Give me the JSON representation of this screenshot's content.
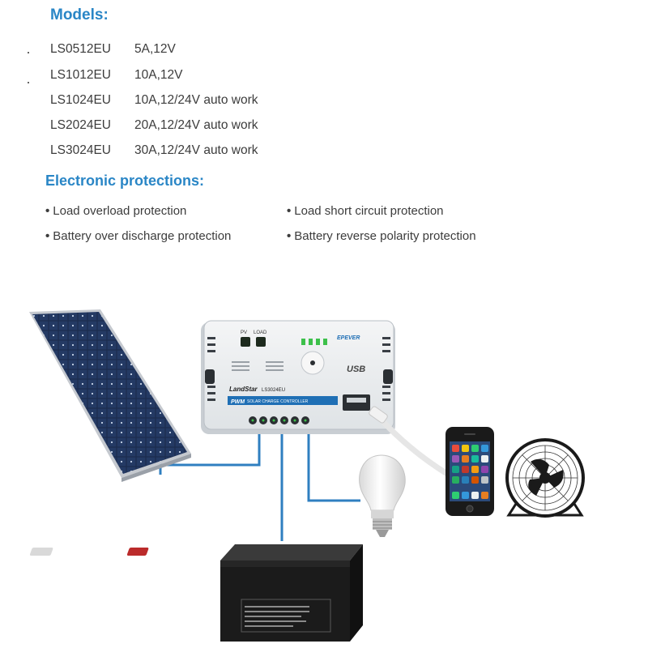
{
  "models": {
    "heading": "Models:",
    "items": [
      {
        "code": "LS0512EU",
        "spec": "5A,12V"
      },
      {
        "code": "LS1012EU",
        "spec": "10A,12V"
      },
      {
        "code": "LS1024EU",
        "spec": "10A,12/24V auto work"
      },
      {
        "code": "LS2024EU",
        "spec": "20A,12/24V auto work"
      },
      {
        "code": "LS3024EU",
        "spec": "30A,12/24V auto work"
      }
    ]
  },
  "protections": {
    "heading": "Electronic protections:",
    "items": [
      "Load overload protection",
      "Load short circuit protection",
      "Battery over discharge protection",
      "Battery reverse polarity protection"
    ]
  },
  "controller": {
    "brand": "LandStar",
    "model": "LS3024EU",
    "type_badge": "PWM",
    "type_label": "SOLAR CHARGE CONTROLLER",
    "indicator_pv": "PV",
    "indicator_load": "LOAD",
    "usb_label": "USB",
    "maker_logo": "EPEVER"
  },
  "colors": {
    "heading_blue": "#2a86c6",
    "wire_blue": "#2f7fc0",
    "controller_body": "#e9ecef",
    "controller_band": "#1f6fb5",
    "panel_cell": "#1a2a4a",
    "battery_body": "#1b1b1b"
  },
  "icons": [
    "solar-panel-icon",
    "charge-controller-icon",
    "battery-icon",
    "led-bulb-icon",
    "smartphone-icon",
    "desk-fan-icon",
    "usb-cable-icon"
  ]
}
